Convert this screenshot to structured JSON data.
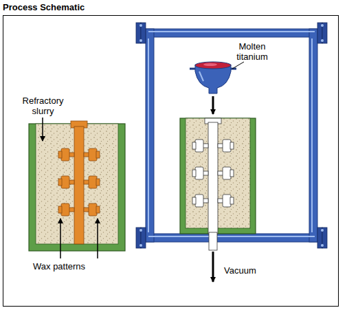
{
  "diagram": {
    "title": "Process Schematic",
    "labels": [
      "Refractory slurry",
      "Wax patterns",
      "Molten titanium",
      "Vacuum"
    ]
  }
}
